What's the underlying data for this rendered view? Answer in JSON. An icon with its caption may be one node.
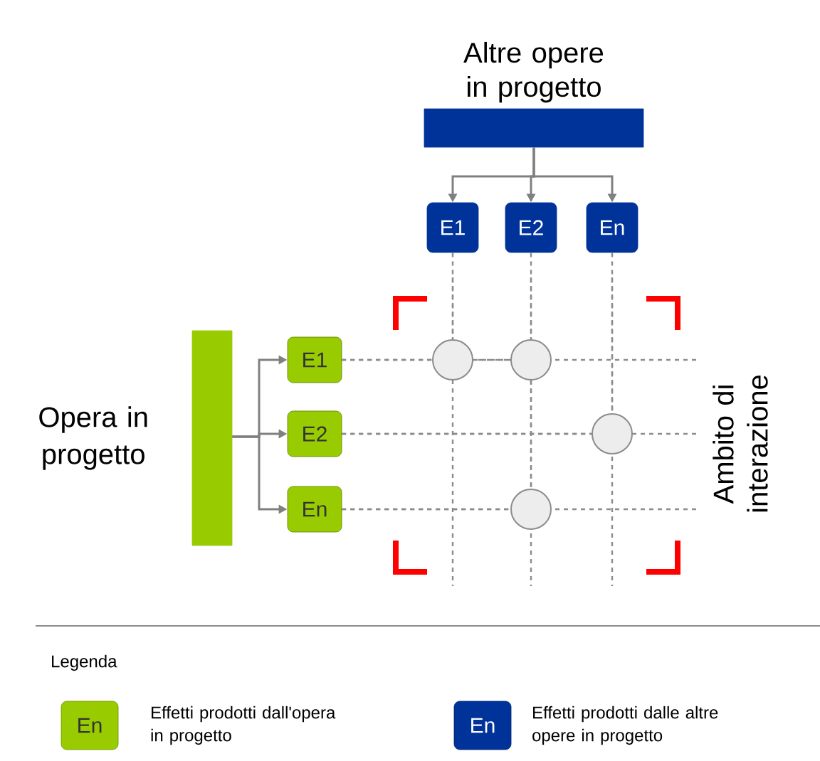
{
  "diagram": {
    "nodes": [
      {
        "text": [
          "Altre opere in progetto"
        ]
      },
      {
        "text": [
          "E1"
        ]
      },
      {
        "text": [
          "E2"
        ]
      },
      {
        "text": [
          "En"
        ]
      },
      {
        "text": [
          "Opera in progetto"
        ]
      },
      {
        "text": [
          "E1"
        ]
      },
      {
        "text": [
          "E2"
        ]
      },
      {
        "text": [
          "En"
        ]
      },
      {
        "text": [],
        "shape": "circle"
      },
      {
        "text": [],
        "shape": "circle"
      },
      {
        "text": [],
        "shape": "circle"
      },
      {
        "text": [],
        "shape": "circle"
      }
    ],
    "edges": [
      {
        "from": 0,
        "to": 1,
        "arrow": "to"
      },
      {
        "from": 0,
        "to": 2,
        "arrow": "to"
      },
      {
        "from": 0,
        "to": 3,
        "arrow": "to"
      },
      {
        "from": 4,
        "to": 5,
        "arrow": "to"
      },
      {
        "from": 4,
        "to": 6,
        "arrow": "to"
      },
      {
        "from": 4,
        "to": 7,
        "arrow": "to"
      },
      {
        "from": 1,
        "to": 8,
        "arrow": "none",
        "style": "dashed"
      },
      {
        "from": 2,
        "to": 9,
        "arrow": "none",
        "style": "dashed"
      },
      {
        "from": 9,
        "to": 11,
        "arrow": "none",
        "style": "dashed"
      },
      {
        "from": 3,
        "to": 10,
        "arrow": "none",
        "style": "dashed"
      },
      {
        "from": 5,
        "to": 8,
        "arrow": "none",
        "style": "dashed"
      },
      {
        "from": 8,
        "to": 9,
        "arrow": "none",
        "style": "dashed"
      },
      {
        "from": 6,
        "to": 10,
        "arrow": "none",
        "style": "dashed"
      },
      {
        "from": 7,
        "to": 11,
        "arrow": "none",
        "style": "dashed"
      }
    ],
    "labels": [
      "Ambito di interazione",
      "Legenda",
      "En",
      "En"
    ],
    "legend": [
      {
        "text": "Effetti prodotti dall'opera in progetto",
        "color": "#99cc00"
      },
      {
        "text": "Effetti prodotti dalle altre opere in progetto",
        "color": "#003399"
      }
    ]
  }
}
